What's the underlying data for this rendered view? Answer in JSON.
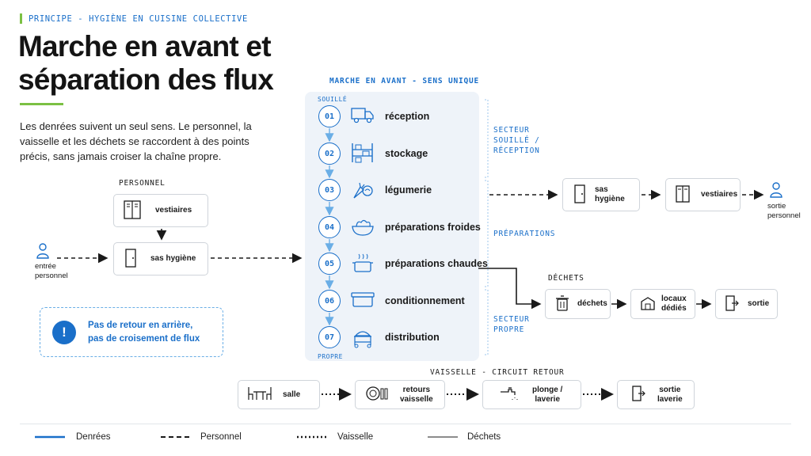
{
  "kicker": "PRINCIPE - HYGIÈNE EN CUISINE COLLECTIVE",
  "title_line1": "Marche en avant et",
  "title_line2": "séparation des flux",
  "intro": "Les denrées suivent un seul sens. Le personnel, la vaisselle et les déchets se raccordent à des points précis, sans jamais croiser la chaîne propre.",
  "center": {
    "heading": "MARCHE EN AVANT - SENS UNIQUE",
    "top_label": "SOUILLÉ",
    "bottom_label": "PROPRE",
    "steps": [
      {
        "num": "01",
        "label": "réception",
        "icon": "truck-icon"
      },
      {
        "num": "02",
        "label": "stockage",
        "icon": "shelves-icon"
      },
      {
        "num": "03",
        "label": "légumerie",
        "icon": "vegetables-icon"
      },
      {
        "num": "04",
        "label": "préparations froides",
        "icon": "salad-bowl-icon"
      },
      {
        "num": "05",
        "label": "préparations chaudes",
        "icon": "cooking-pot-icon"
      },
      {
        "num": "06",
        "label": "conditionnement",
        "icon": "container-icon"
      },
      {
        "num": "07",
        "label": "distribution",
        "icon": "serving-cart-icon"
      }
    ]
  },
  "sectors": {
    "souille": "SECTEUR\nSOUILLÉ /\nRÉCEPTION",
    "preparations": "PRÉPARATIONS",
    "propre": "SECTEUR\nPROPRE"
  },
  "personnel": {
    "heading": "PERSONNEL",
    "vestiaires": "vestiaires",
    "sas": "sas hygiène",
    "entree": "entrée\npersonnel",
    "exit_sas": "sas hygiène",
    "exit_vestiaires": "vestiaires",
    "sortie": "sortie\npersonnel"
  },
  "callout": {
    "text": "Pas de retour en arrière,\npas de croisement de flux",
    "icon": "exclamation-icon"
  },
  "dechets": {
    "heading": "DÉCHETS",
    "boxes": [
      "déchets",
      "locaux\ndédiés",
      "sortie"
    ]
  },
  "vaisselle": {
    "heading": "VAISSELLE - CIRCUIT RETOUR",
    "boxes": [
      "salle",
      "retours\nvaisselle",
      "plonge /\nlaverie",
      "sortie\nlaverie"
    ]
  },
  "legend": [
    "Denrées",
    "Personnel",
    "Vaisselle",
    "Déchets"
  ],
  "colors": {
    "accent_blue": "#1a6fc9",
    "accent_green": "#7bc043",
    "panel_bg": "#eef3f9"
  }
}
